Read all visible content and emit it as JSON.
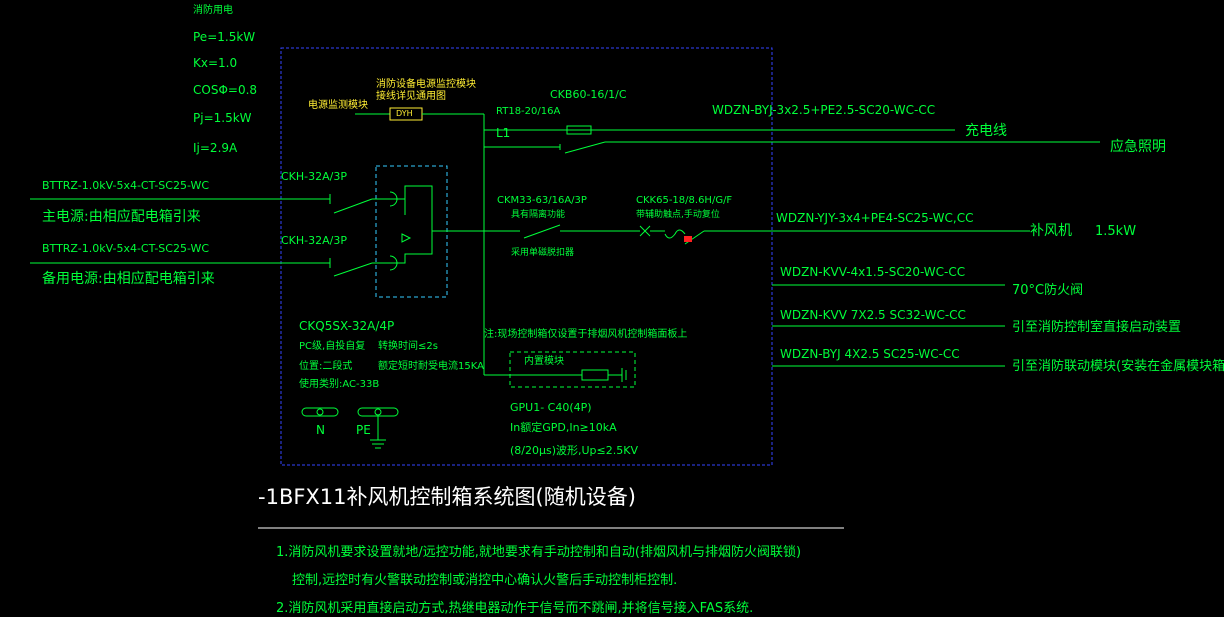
{
  "load_params": {
    "title": "消防用电",
    "pe": "Pe=1.5kW",
    "kx": "Kx=1.0",
    "cos": "COSΦ=0.8",
    "pj": "Pj=1.5kW",
    "ij": "Ij=2.9A"
  },
  "inputs": {
    "main_cable": "BTTRZ-1.0kV-5x4-CT-SC25-WC",
    "main_label": "主电源:由相应配电箱引来",
    "main_breaker": "CKH-32A/3P",
    "backup_cable": "BTTRZ-1.0kV-5x4-CT-SC25-WC",
    "backup_label": "备用电源:由相应配电箱引来",
    "backup_breaker": "CKH-32A/3P"
  },
  "ats": {
    "model": "CKQ5SX-32A/4P",
    "spec_a": "PC级,自投自复",
    "spec_b": "转换时间≤2s",
    "spec_c": "位置:二段式",
    "spec_d": "额定短时耐受电流15KA",
    "spec_e": "使用类别:AC-33B"
  },
  "fire_note": {
    "line1": "消防设备电源监控模块",
    "line2": "接线详见通用图",
    "label": "电源监测模块",
    "module": "DYH"
  },
  "circuits": {
    "l1_fuse": "RT18-20/16A",
    "l1_label": "L1",
    "l1_breaker": "CKB60-16/1/C",
    "l1_cable": "WDZN-BYJ-3x2.5+PE2.5-SC20-WC-CC",
    "charger": "充电线",
    "emergency": "应急照明",
    "motor_breaker": "CKM33-63/16A/3P",
    "motor_breaker_note1": "具有隔离功能",
    "motor_breaker_note2": "采用单磁脱扣器",
    "relay": "CKK65-18/8.6H/G/F",
    "relay_note": "带辅助触点,手动复位",
    "motor_cable": "WDZN-YJY-3x4+PE4-SC25-WC,CC",
    "motor_label": "补风机",
    "motor_power": "1.5kW",
    "damper_cable": "WDZN-KVV-4x1.5-SC20-WC-CC",
    "damper_label": "70°C防火阀",
    "ctrl_cable": "WDZN-KVV 7X2.5 SC32-WC-CC",
    "ctrl_label": "引至消防控制室直接启动装置",
    "link_cable": "WDZN-BYJ 4X2.5 SC25-WC-CC",
    "link_label": "引至消防联动模块(安装在金属模块箱内)"
  },
  "spd": {
    "note": "注:现场控制箱仅设置于排烟风机控制箱面板上",
    "module": "内置模块",
    "model": "GPU1- C40(4P)",
    "line2": "In额定GPD,In≥10kA",
    "line3": "(8/20μs)波形,Up≤2.5KV"
  },
  "terminals": {
    "n": "N",
    "pe": "PE"
  },
  "title": "-1BFX11补风机控制箱系统图(随机设备)",
  "notes": {
    "n1a": "1.消防风机要求设置就地/远控功能,就地要求有手动控制和自动(排烟风机与排烟防火阀联锁)",
    "n1b": "控制,远控时有火警联动控制或消控中心确认火警后手动控制柜控制.",
    "n2": "2.消防风机采用直接启动方式,热继电器动作于信号而不跳闸,并将信号接入FAS系统."
  },
  "colors": {
    "wire": "#00ff3a",
    "enclosure": "#3344ff",
    "ats_box": "#33ccff",
    "white": "#ffffff",
    "module": "#ffee33",
    "red": "#ff2020"
  }
}
